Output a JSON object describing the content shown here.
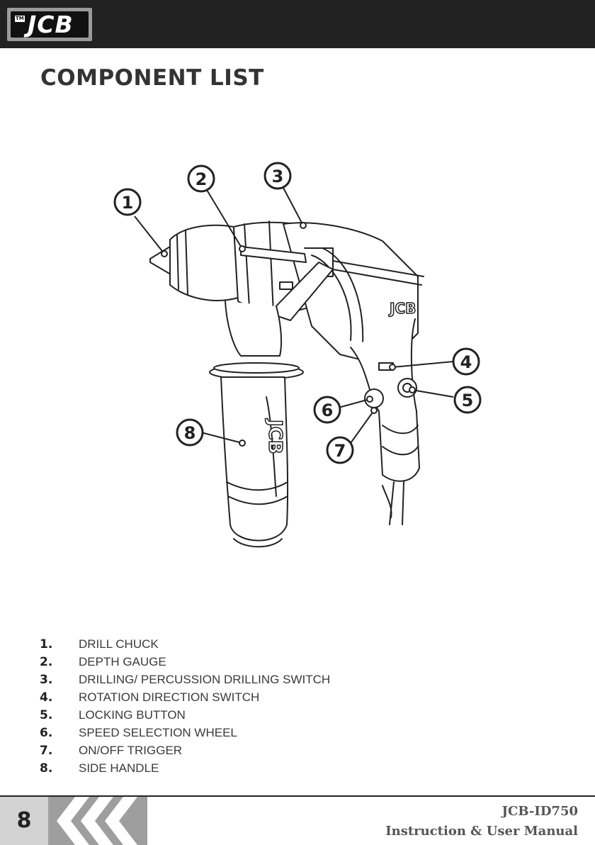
{
  "header": {
    "logo_text": "JCB",
    "logo_tm": "TM"
  },
  "page_title": "COMPONENT LIST",
  "figure": {
    "callouts": [
      "1",
      "2",
      "3",
      "4",
      "5",
      "6",
      "7",
      "8"
    ],
    "housing_text": "JCB",
    "handle_text": "JCB"
  },
  "components": [
    {
      "num": "1.",
      "label": "DRILL CHUCK"
    },
    {
      "num": "2.",
      "label": "DEPTH GAUGE"
    },
    {
      "num": "3.",
      "label": "DRILLING/ PERCUSSION DRILLING SWITCH"
    },
    {
      "num": "4.",
      "label": "ROTATION DIRECTION SWITCH"
    },
    {
      "num": "5.",
      "label": "LOCKING BUTTON"
    },
    {
      "num": "6.",
      "label": "SPEED SELECTION WHEEL"
    },
    {
      "num": "7.",
      "label": "ON/OFF TRIGGER"
    },
    {
      "num": "8.",
      "label": "SIDE HANDLE"
    }
  ],
  "footer": {
    "page_number": "8",
    "model": "JCB-ID750",
    "manual": "Instruction & User Manual"
  }
}
